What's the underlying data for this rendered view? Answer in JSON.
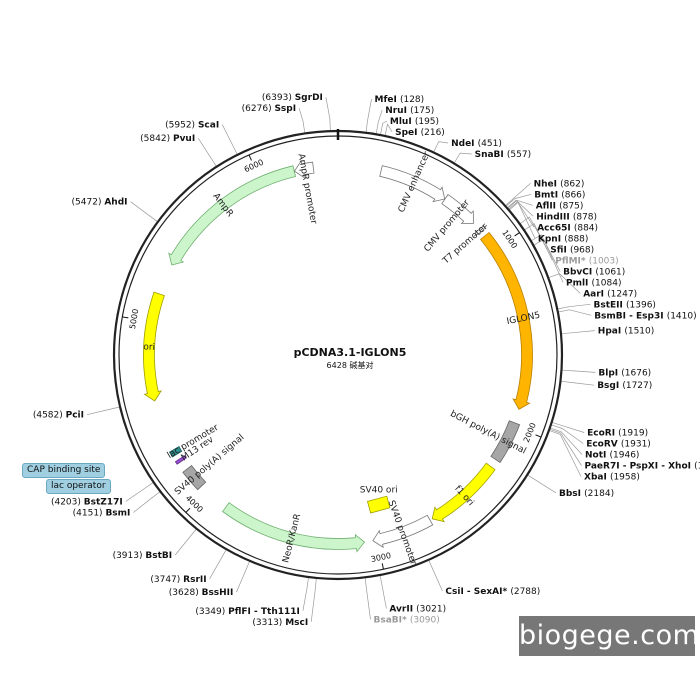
{
  "title": "pCDNA3.1-IGLON5",
  "subtitle": "6428 碱基对",
  "watermark": "biogege.com",
  "total_bp": 6428,
  "ticks": [
    1000,
    2000,
    3000,
    4000,
    5000,
    6000
  ],
  "legend_boxes": [
    "CAP binding site",
    "lac operator"
  ],
  "colors": {
    "backbone": "#222222",
    "feature_green": "#ccf5cc",
    "feature_yellow": "#ffff00",
    "feature_orange": "#ffb400",
    "feature_white": "#ffffff",
    "feature_grey": "#a6a6a6",
    "lac_teal": "#2f8f8f",
    "lac_purple": "#9a4fd0",
    "legend_box": "#9fcfe0"
  },
  "features": [
    {
      "label": "CMV enhancer",
      "start": 235,
      "end": 614,
      "dir": 1,
      "color": "white"
    },
    {
      "label": "CMV promoter",
      "start": 615,
      "end": 818,
      "dir": 1,
      "color": "white"
    },
    {
      "label": "T7 promoter",
      "start": 863,
      "end": 881,
      "dir": 1,
      "color": "white"
    },
    {
      "label": "IGLON5",
      "start": 910,
      "end": 1905,
      "dir": 1,
      "color": "orange"
    },
    {
      "label": "bGH poly(A) signal",
      "start": 1982,
      "end": 2206,
      "dir": 0,
      "color": "grey"
    },
    {
      "label": "f1 ori",
      "start": 2252,
      "end": 2680,
      "dir": 1,
      "color": "yellow"
    },
    {
      "label": "SV40 promoter",
      "start": 2694,
      "end": 3024,
      "dir": 1,
      "color": "white"
    },
    {
      "label": "SV40 ori",
      "start": 2875,
      "end": 3010,
      "dir": 0,
      "color": "yellow"
    },
    {
      "label": "NeoR/KanR",
      "start": 3070,
      "end": 3864,
      "dir": -1,
      "color": "green"
    },
    {
      "label": "SV40 poly(A) signal",
      "start": 4038,
      "end": 4159,
      "dir": 0,
      "color": "grey"
    },
    {
      "label": "lac promoter",
      "start": 4256,
      "end": 4286,
      "dir": 0,
      "color": "teal"
    },
    {
      "label": "M13 rev",
      "start": 4211,
      "end": 4227,
      "dir": 0,
      "color": "purple"
    },
    {
      "label": "ori",
      "start": 4570,
      "end": 5158,
      "dir": -1,
      "color": "yellow"
    },
    {
      "label": "AmpR",
      "start": 5329,
      "end": 6189,
      "dir": -1,
      "color": "green"
    },
    {
      "label": "AmpR promoter",
      "start": 6190,
      "end": 6294,
      "dir": -1,
      "color": "white"
    }
  ],
  "sites": [
    {
      "name": "SgrDI",
      "pos": "6393",
      "bp": 6393,
      "grey": false
    },
    {
      "name": "SspI",
      "pos": "6276",
      "bp": 6276,
      "grey": false
    },
    {
      "name": "ScaI",
      "pos": "5952",
      "bp": 5952,
      "grey": false
    },
    {
      "name": "PvuI",
      "pos": "5842",
      "bp": 5842,
      "grey": false
    },
    {
      "name": "AhdI",
      "pos": "5472",
      "bp": 5472,
      "grey": false
    },
    {
      "name": "PciI",
      "pos": "4582",
      "bp": 4582,
      "grey": false
    },
    {
      "name": "BstZ17I",
      "pos": "4203",
      "bp": 4203,
      "grey": false
    },
    {
      "name": "BsmI",
      "pos": "4151",
      "bp": 4151,
      "grey": false
    },
    {
      "name": "BstBI",
      "pos": "3913",
      "bp": 3913,
      "grey": false
    },
    {
      "name": "RsrII",
      "pos": "3747",
      "bp": 3747,
      "grey": false
    },
    {
      "name": "BssHII",
      "pos": "3628",
      "bp": 3628,
      "grey": false
    },
    {
      "name": "PflFI - Tth111I",
      "pos": "3349",
      "bp": 3349,
      "grey": false
    },
    {
      "name": "MscI",
      "pos": "3313",
      "bp": 3313,
      "grey": false
    },
    {
      "name": "MfeI",
      "pos": "128",
      "bp": 128,
      "grey": false
    },
    {
      "name": "NruI",
      "pos": "175",
      "bp": 175,
      "grey": false
    },
    {
      "name": "MluI",
      "pos": "195",
      "bp": 195,
      "grey": false
    },
    {
      "name": "SpeI",
      "pos": "216",
      "bp": 216,
      "grey": false
    },
    {
      "name": "NdeI",
      "pos": "451",
      "bp": 451,
      "grey": false
    },
    {
      "name": "SnaBI",
      "pos": "557",
      "bp": 557,
      "grey": false
    },
    {
      "name": "NheI",
      "pos": "862",
      "bp": 862,
      "grey": false
    },
    {
      "name": "BmtI",
      "pos": "866",
      "bp": 866,
      "grey": false
    },
    {
      "name": "AflII",
      "pos": "875",
      "bp": 875,
      "grey": false
    },
    {
      "name": "HindIII",
      "pos": "878",
      "bp": 878,
      "grey": false
    },
    {
      "name": "Acc65I",
      "pos": "884",
      "bp": 884,
      "grey": false
    },
    {
      "name": "KpnI",
      "pos": "888",
      "bp": 888,
      "grey": false
    },
    {
      "name": "SfiI",
      "pos": "968",
      "bp": 968,
      "grey": false
    },
    {
      "name": "PflMI*",
      "pos": "1003",
      "bp": 1003,
      "grey": true
    },
    {
      "name": "BbvCI",
      "pos": "1061",
      "bp": 1061,
      "grey": false
    },
    {
      "name": "PmlI",
      "pos": "1084",
      "bp": 1084,
      "grey": false
    },
    {
      "name": "AarI",
      "pos": "1247",
      "bp": 1247,
      "grey": false
    },
    {
      "name": "BstEII",
      "pos": "1396",
      "bp": 1396,
      "grey": false
    },
    {
      "name": "BsmBI - Esp3I",
      "pos": "1410",
      "bp": 1410,
      "grey": false
    },
    {
      "name": "HpaI",
      "pos": "1510",
      "bp": 1510,
      "grey": false
    },
    {
      "name": "BlpI",
      "pos": "1676",
      "bp": 1676,
      "grey": false
    },
    {
      "name": "BsgI",
      "pos": "1727",
      "bp": 1727,
      "grey": false
    },
    {
      "name": "EcoRI",
      "pos": "1919",
      "bp": 1919,
      "grey": false
    },
    {
      "name": "EcoRV",
      "pos": "1931",
      "bp": 1931,
      "grey": false
    },
    {
      "name": "NotI",
      "pos": "1946",
      "bp": 1946,
      "grey": false
    },
    {
      "name": "PaeR7I - PspXI - XhoI",
      "pos": "1952",
      "bp": 1952,
      "grey": false
    },
    {
      "name": "XbaI",
      "pos": "1958",
      "bp": 1958,
      "grey": false
    },
    {
      "name": "BbsI",
      "pos": "2184",
      "bp": 2184,
      "grey": false
    },
    {
      "name": "CsiI - SexAI*",
      "pos": "2788",
      "bp": 2788,
      "grey": false
    },
    {
      "name": "AvrII",
      "pos": "3021",
      "bp": 3021,
      "grey": false
    },
    {
      "name": "BsaBI*",
      "pos": "3090",
      "bp": 3090,
      "grey": true
    }
  ]
}
